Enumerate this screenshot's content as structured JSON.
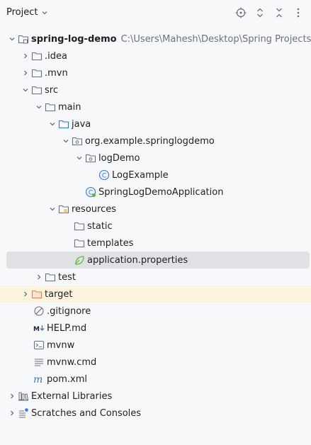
{
  "header": {
    "title": "Project"
  },
  "tree": {
    "root": {
      "label": "spring-log-demo",
      "path": "C:\\Users\\Mahesh\\Desktop\\Spring Projects\\s"
    },
    "idea": ".idea",
    "mvn": ".mvn",
    "src": "src",
    "main": "main",
    "java": "java",
    "pkg": "org.example.springlogdemo",
    "logdemo": "logDemo",
    "logexample": "LogExample",
    "app": "SpringLogDemoApplication",
    "resources": "resources",
    "static": "static",
    "templates": "templates",
    "props": "application.properties",
    "test": "test",
    "target": "target",
    "gitignore": ".gitignore",
    "help": "HELP.md",
    "mvnw": "mvnw",
    "mvnwcmd": "mvnw.cmd",
    "pom": "pom.xml",
    "extlibs": "External Libraries",
    "scratches": "Scratches and Consoles"
  },
  "colors": {
    "selected_bg": "#dfe1e5",
    "excluded_bg": "#fdf4df",
    "path_text": "#6c707e",
    "class_icon": "#3574f0",
    "spring_green": "#5fb832"
  }
}
